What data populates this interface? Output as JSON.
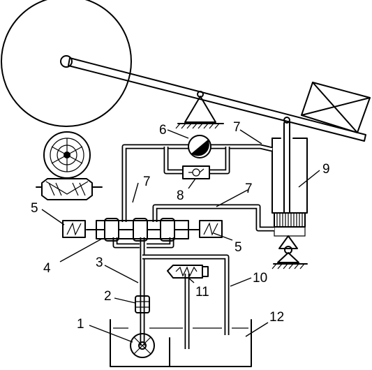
{
  "labels": {
    "l1": "1",
    "l2": "2",
    "l3": "3",
    "l4": "4",
    "l5a": "5",
    "l5b": "5",
    "l6": "6",
    "l7a": "7",
    "l7b": "7",
    "l7c": "7",
    "l8": "8",
    "l9": "9",
    "l10": "10",
    "l11": "11",
    "l12": "12"
  }
}
